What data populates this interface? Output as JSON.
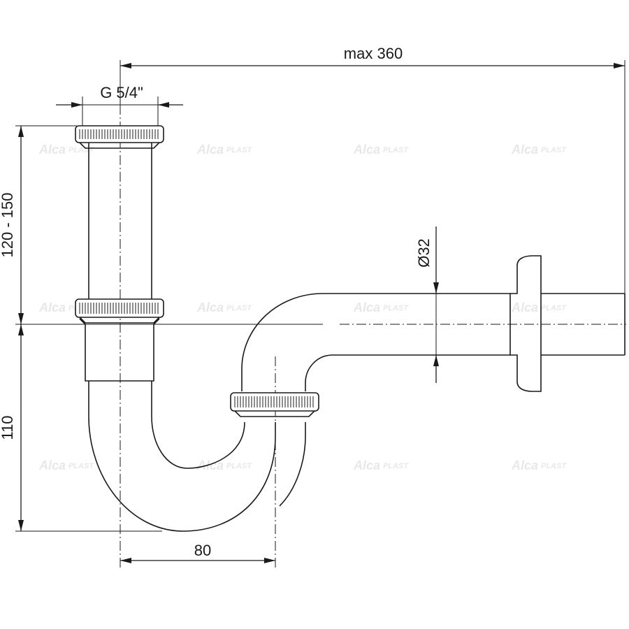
{
  "dimensions": {
    "overall_length": "max 360",
    "thread": "G 5/4\"",
    "tube_height": "120 - 150",
    "trap_depth": "110",
    "trap_width": "80",
    "outlet_diameter": "Ø32"
  },
  "watermark": {
    "brand_main": "Alca",
    "brand_sub": "PLAST"
  },
  "colors": {
    "line": "#1a1a1a",
    "watermark": "#e8e8e8",
    "background": "#ffffff"
  }
}
